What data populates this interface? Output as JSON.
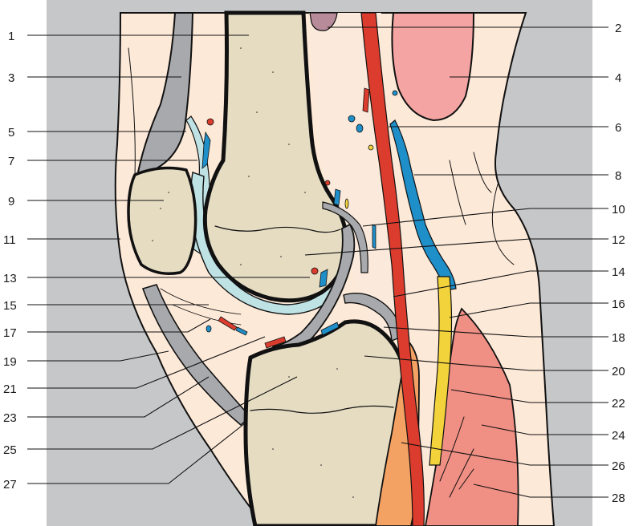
{
  "figure": {
    "labels": [
      "1",
      "2",
      "3",
      "4",
      "5",
      "6",
      "7",
      "8",
      "9",
      "10",
      "11",
      "12",
      "13",
      "14",
      "15",
      "16",
      "17",
      "18",
      "19",
      "20",
      "21",
      "22",
      "23",
      "24",
      "25",
      "26",
      "27",
      "28"
    ]
  },
  "colors": {
    "panel_gray": "#c6c7c9",
    "skin": "#fde9d8",
    "bone": "#e5dcc2",
    "cartilage": "#bfe2e4",
    "tendon_gray": "#a7a9ac",
    "artery": "#dc3c2d",
    "vein": "#1e8fc9",
    "nerve": "#f2d33b",
    "muscle_pink": "#f4a5a3",
    "muscle_red": "#f08f84",
    "muscle_orange": "#f4a164",
    "bursa_mauve": "#b88b9a"
  }
}
